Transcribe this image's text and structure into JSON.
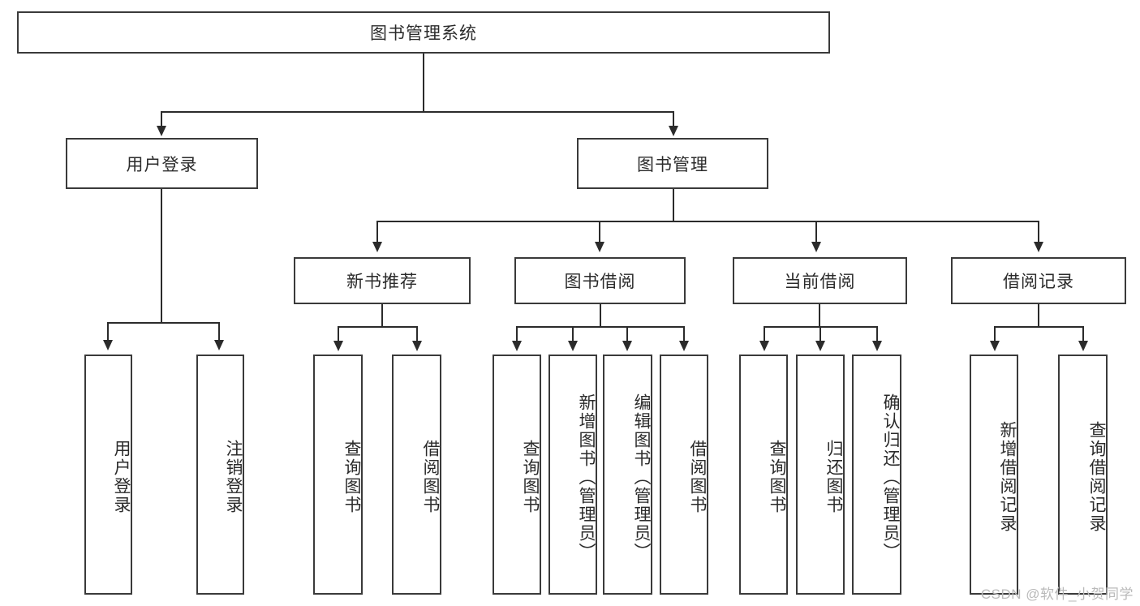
{
  "diagram": {
    "title": "图书管理系统",
    "type": "tree-hierarchy",
    "root": {
      "label": "图书管理系统"
    },
    "level2": [
      {
        "label": "用户登录"
      },
      {
        "label": "图书管理"
      }
    ],
    "level3": [
      {
        "label": "新书推荐"
      },
      {
        "label": "图书借阅"
      },
      {
        "label": "当前借阅"
      },
      {
        "label": "借阅记录"
      }
    ],
    "leaves": {
      "user_login": [
        {
          "label": "用户登录"
        },
        {
          "label": "注销登录"
        }
      ],
      "new_book_recommend": [
        {
          "label": "查询图书"
        },
        {
          "label": "借阅图书"
        }
      ],
      "book_borrow": [
        {
          "label": "查询图书"
        },
        {
          "label": "新增图书（管理员）"
        },
        {
          "label": "编辑图书（管理员）"
        },
        {
          "label": "借阅图书"
        }
      ],
      "current_borrow": [
        {
          "label": "查询图书"
        },
        {
          "label": "归还图书"
        },
        {
          "label": "确认归还（管理员）"
        }
      ],
      "borrow_record": [
        {
          "label": "新增借阅记录"
        },
        {
          "label": "查询借阅记录"
        }
      ]
    }
  },
  "watermark": {
    "text": "CSDN @软件_小贺同学"
  },
  "colors": {
    "box_border": "#3a3a3a",
    "line": "#2b2b2b",
    "text": "#2b2b2b",
    "background": "#ffffff",
    "watermark": "#b9b9b9"
  }
}
